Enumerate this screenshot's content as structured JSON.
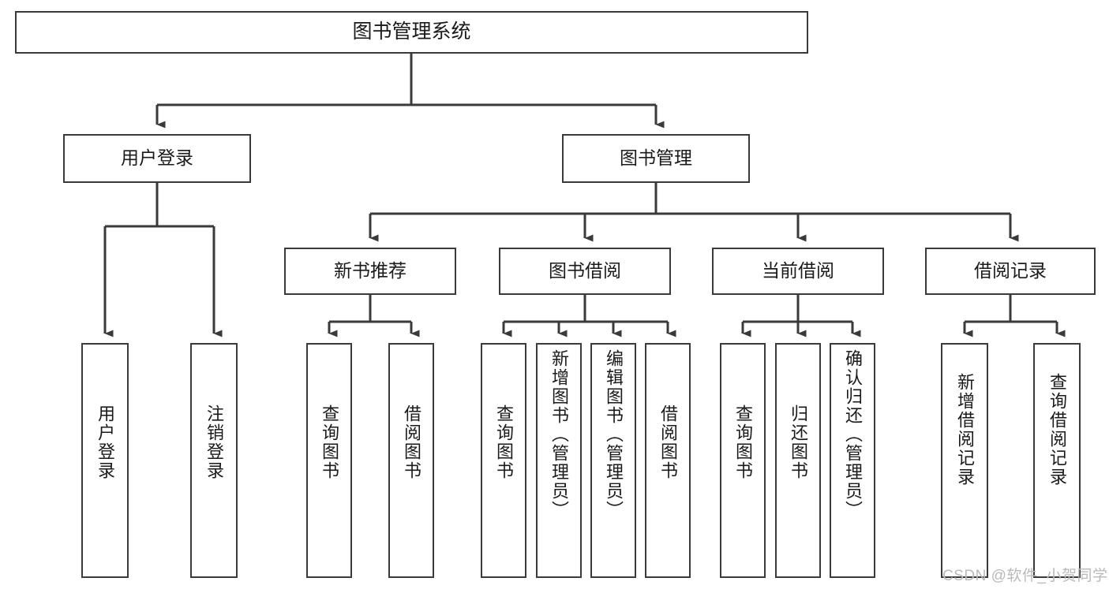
{
  "diagram": {
    "title": "图书管理系统",
    "type": "tree-hierarchy",
    "background": "#ffffff",
    "border_color": "#3a3a3a",
    "text_color": "#1a1a1a",
    "nodes": {
      "root": {
        "label": "图书管理系统"
      },
      "level1": [
        {
          "id": "user-login",
          "label": "用户登录"
        },
        {
          "id": "book-management",
          "label": "图书管理"
        }
      ],
      "level2": [
        {
          "id": "new-book-recommend",
          "label": "新书推荐"
        },
        {
          "id": "book-borrow",
          "label": "图书借阅"
        },
        {
          "id": "current-borrow",
          "label": "当前借阅"
        },
        {
          "id": "borrow-record",
          "label": "借阅记录"
        }
      ],
      "leaves": {
        "user-login": [
          {
            "id": "leaf-user-login",
            "label": "用户登录"
          },
          {
            "id": "leaf-user-logout",
            "label": "注销登录"
          }
        ],
        "new-book-recommend": [
          {
            "id": "leaf-query-book-1",
            "label": "查询图书"
          },
          {
            "id": "leaf-borrow-book-1",
            "label": "借阅图书"
          }
        ],
        "book-borrow": [
          {
            "id": "leaf-query-book-2",
            "label": "查询图书"
          },
          {
            "id": "leaf-add-book",
            "label": "新增图书（管理员）"
          },
          {
            "id": "leaf-edit-book",
            "label": "编辑图书（管理员）"
          },
          {
            "id": "leaf-borrow-book-2",
            "label": "借阅图书"
          }
        ],
        "current-borrow": [
          {
            "id": "leaf-query-book-3",
            "label": "查询图书"
          },
          {
            "id": "leaf-return-book",
            "label": "归还图书"
          },
          {
            "id": "leaf-confirm-return",
            "label": "确认归还（管理员）"
          }
        ],
        "borrow-record": [
          {
            "id": "leaf-add-record",
            "label": "新增借阅记录"
          },
          {
            "id": "leaf-query-record",
            "label": "查询借阅记录"
          }
        ]
      }
    },
    "watermark": "CSDN @软件_小贺同学"
  }
}
